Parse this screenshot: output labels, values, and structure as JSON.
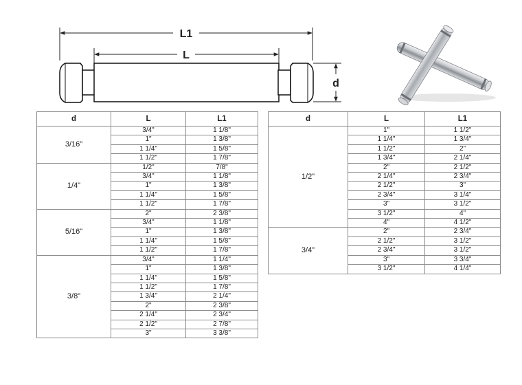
{
  "drawing": {
    "dim_L1": "L1",
    "dim_L": "L",
    "dim_d": "d"
  },
  "table_left": {
    "headers": [
      "d",
      "L",
      "L1"
    ],
    "groups": [
      {
        "d": "3/16\"",
        "rows": [
          [
            "3/4\"",
            "1 1/8\""
          ],
          [
            "1\"",
            "1 3/8\""
          ],
          [
            "1 1/4\"",
            "1 5/8\""
          ],
          [
            "1 1/2\"",
            "1 7/8\""
          ]
        ]
      },
      {
        "d": "1/4\"",
        "rows": [
          [
            "1/2\"",
            "7/8\""
          ],
          [
            "3/4\"",
            "1 1/8\""
          ],
          [
            "1\"",
            "1 3/8\""
          ],
          [
            "1 1/4\"",
            "1 5/8\""
          ],
          [
            "1 1/2\"",
            "1 7/8\""
          ]
        ]
      },
      {
        "d": "5/16\"",
        "rows": [
          [
            "2\"",
            "2 3/8\""
          ],
          [
            "3/4\"",
            "1 1/8\""
          ],
          [
            "1\"",
            "1 3/8\""
          ],
          [
            "1 1/4\"",
            "1 5/8\""
          ],
          [
            "1 1/2\"",
            "1 7/8\""
          ]
        ]
      },
      {
        "d": "3/8\"",
        "rows": [
          [
            "3/4\"",
            "1 1/4\""
          ],
          [
            "1\"",
            "1 3/8\""
          ],
          [
            "1 1/4\"",
            "1 5/8\""
          ],
          [
            "1 1/2\"",
            "1 7/8\""
          ],
          [
            "1 3/4\"",
            "2 1/4\""
          ],
          [
            "2\"",
            "2 3/8\""
          ],
          [
            "2 1/4\"",
            "2 3/4\""
          ],
          [
            "2 1/2\"",
            "2 7/8\""
          ],
          [
            "3\"",
            "3 3/8\""
          ]
        ]
      }
    ]
  },
  "table_right": {
    "headers": [
      "d",
      "L",
      "L1"
    ],
    "groups": [
      {
        "d": "1/2\"",
        "rows": [
          [
            "1\"",
            "1 1/2\""
          ],
          [
            "1 1/4\"",
            "1 3/4\""
          ],
          [
            "1 1/2\"",
            "2\""
          ],
          [
            "1 3/4\"",
            "2 1/4\""
          ],
          [
            "2\"",
            "2 1/2\""
          ],
          [
            "2 1/4\"",
            "2 3/4\""
          ],
          [
            "2 1/2\"",
            "3\""
          ],
          [
            "2 3/4\"",
            "3 1/4\""
          ],
          [
            "3\"",
            "3 1/2\""
          ],
          [
            "3 1/2\"",
            "4\""
          ],
          [
            "4\"",
            "4 1/2\""
          ]
        ]
      },
      {
        "d": "3/4\"",
        "rows": [
          [
            "2\"",
            "2 3/4\""
          ],
          [
            "2 1/2\"",
            "3 1/2\""
          ],
          [
            "2 3/4\"",
            "3 1/2\""
          ],
          [
            "3\"",
            "3 3/4\""
          ],
          [
            "3 1/2\"",
            "4 1/4\""
          ]
        ]
      }
    ]
  }
}
